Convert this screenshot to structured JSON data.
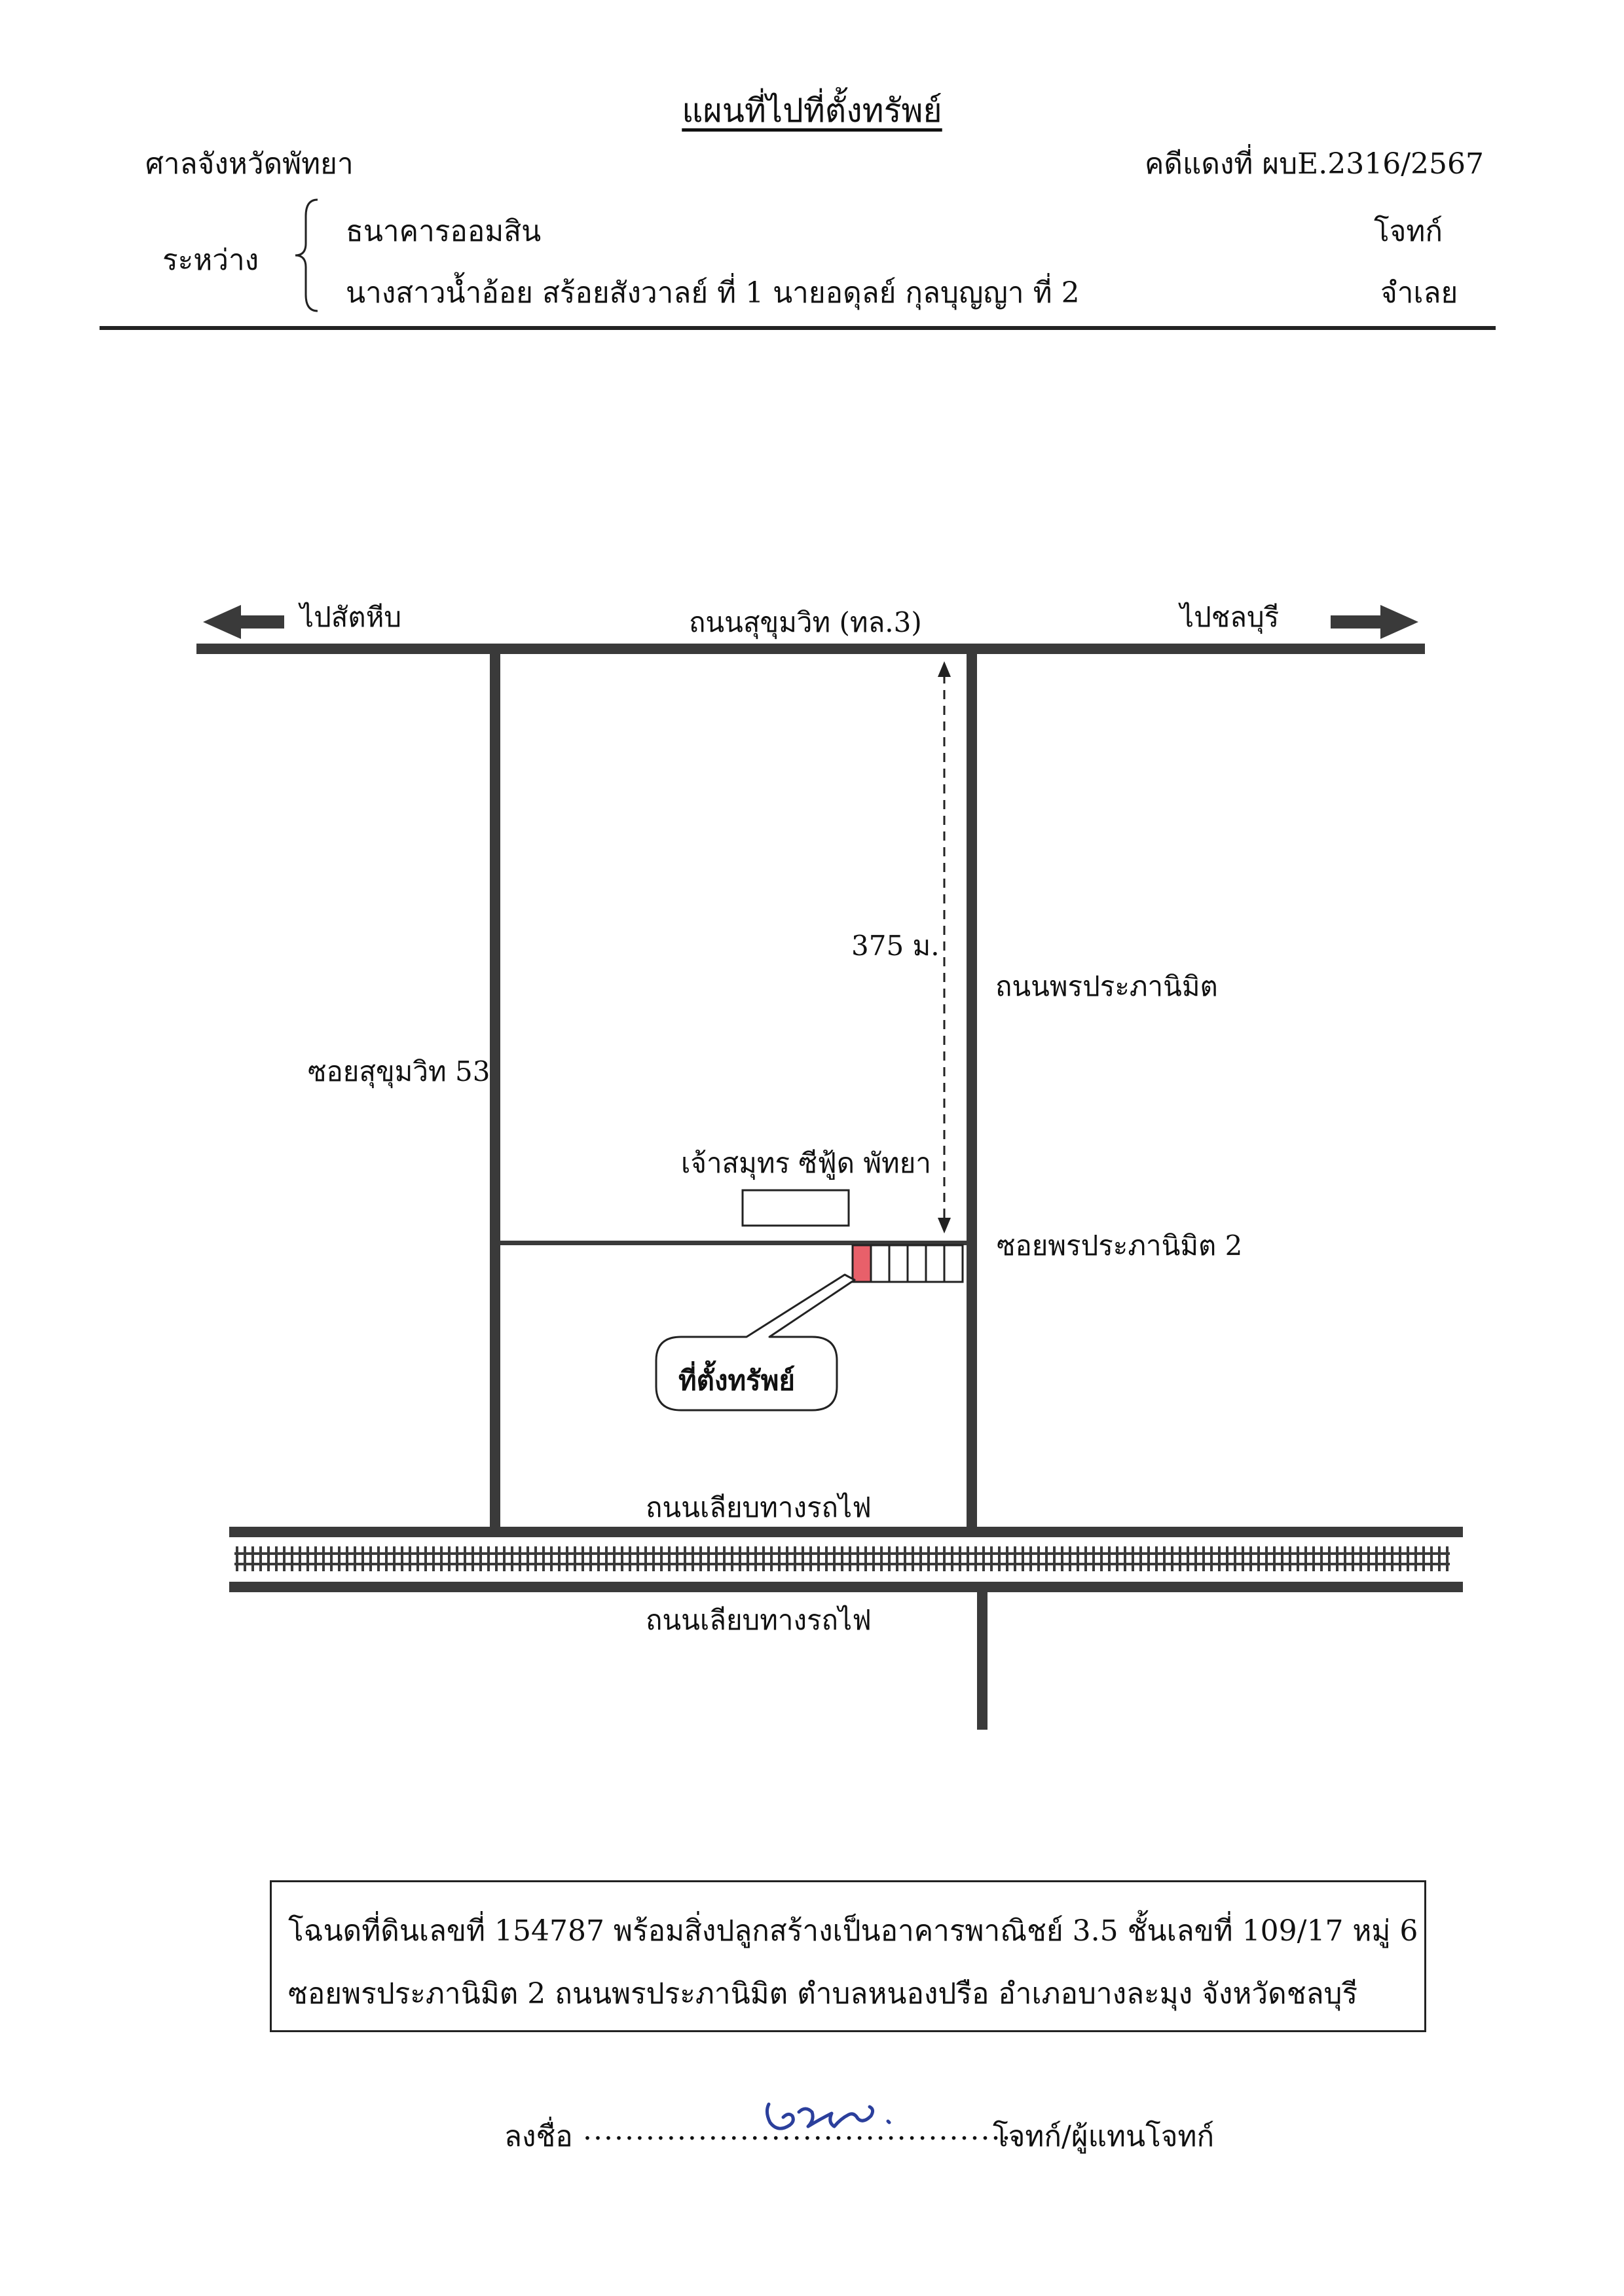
{
  "header": {
    "title": "แผนที่ไปที่ตั้งทรัพย์",
    "court": "ศาลจังหวัดพัทยา",
    "case_no": "คดีแดงที่ ผบE.2316/2567",
    "between_label": "ระหว่าง",
    "plaintiff_name": "ธนาคารออมสิน",
    "plaintiff_role": "โจทก์",
    "defendant_names": "นางสาวน้ำอ้อย  สร้อยสังวาลย์  ที่ 1     นายอดุลย์  กุลบุญญา ที่ 2",
    "defendant_role": "จำเลย"
  },
  "map": {
    "to_left": "ไปสัตหีบ",
    "main_road": "ถนนสุขุมวิท  (ทล.3)",
    "to_right": "ไปชลบุรี",
    "distance": "375 ม.",
    "road_right": "ถนนพรประภานิมิต",
    "soi_left": "ซอยสุขุมวิท 53",
    "landmark": "เจ้าสมุทร ซีฟู้ด พัทยา",
    "soi_2": "ซอยพรประภานิมิต 2",
    "callout": "ที่ตั้งทรัพย์",
    "rail_road_top": "ถนนเลียบทางรถไฟ",
    "rail_road_bottom": "ถนนเลียบทางรถไฟ",
    "colors": {
      "property": "#e8606a",
      "road": "#3a3a3a"
    },
    "icons": [
      "arrow-left-icon",
      "arrow-right-icon",
      "railway-track-icon"
    ]
  },
  "info": {
    "line1": "โฉนดที่ดินเลขที่  154787  พร้อมสิ่งปลูกสร้างเป็นอาคารพาณิชย์ 3.5 ชั้นเลขที่ 109/17 หมู่ 6",
    "line2": "ซอยพรประภานิมิต 2 ถนนพรประภานิมิต  ตำบลหนองปรือ อำเภอบางละมุง  จังหวัดชลบุรี"
  },
  "signature": {
    "label": "ลงชื่อ",
    "role": "โจทก์/ผู้แทนโจทก์",
    "mark": "ธีรนาว."
  }
}
